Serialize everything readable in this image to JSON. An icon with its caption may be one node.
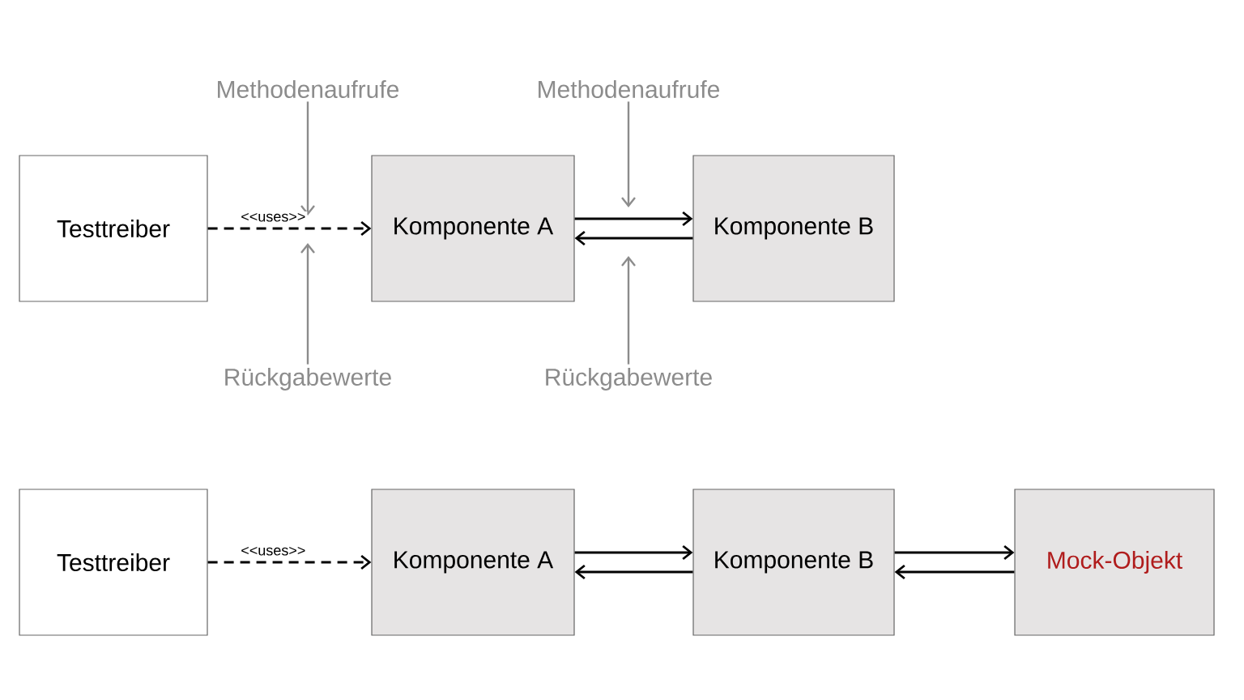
{
  "diagram": {
    "nodes": [
      {
        "text": [
          "Testtreiber"
        ]
      },
      {
        "text": [
          "Komponente A"
        ]
      },
      {
        "text": [
          "Komponente B"
        ]
      },
      {
        "text": [
          "Methodenaufrufe"
        ]
      },
      {
        "text": [
          "Methodenaufrufe"
        ]
      },
      {
        "text": [
          "Rückgabewerte"
        ]
      },
      {
        "text": [
          "Rückgabewerte"
        ]
      },
      {
        "text": [
          "Testtreiber"
        ]
      },
      {
        "text": [
          "Komponente A"
        ]
      },
      {
        "text": [
          "Komponente B"
        ]
      },
      {
        "text": [
          "Mock-Objekt"
        ]
      }
    ],
    "edges": [
      {
        "from": 0,
        "to": 1,
        "arrow": "to",
        "style": "dashed",
        "label": "<<uses>>"
      },
      {
        "from": 1,
        "to": 2,
        "arrow": "to"
      },
      {
        "from": 2,
        "to": 1,
        "arrow": "to"
      },
      {
        "from": 3,
        "to": null,
        "arrow": "to",
        "color": "#8c8c8c"
      },
      {
        "from": 4,
        "to": null,
        "arrow": "to",
        "color": "#8c8c8c"
      },
      {
        "from": 5,
        "to": null,
        "arrow": "to",
        "color": "#8c8c8c"
      },
      {
        "from": 6,
        "to": null,
        "arrow": "to",
        "color": "#8c8c8c"
      },
      {
        "from": 7,
        "to": 8,
        "arrow": "to",
        "style": "dashed",
        "label": "<<uses>>"
      },
      {
        "from": 8,
        "to": 9,
        "arrow": "to"
      },
      {
        "from": 9,
        "to": 8,
        "arrow": "to"
      },
      {
        "from": 9,
        "to": 10,
        "arrow": "to"
      },
      {
        "from": 10,
        "to": 9,
        "arrow": "to"
      }
    ]
  }
}
